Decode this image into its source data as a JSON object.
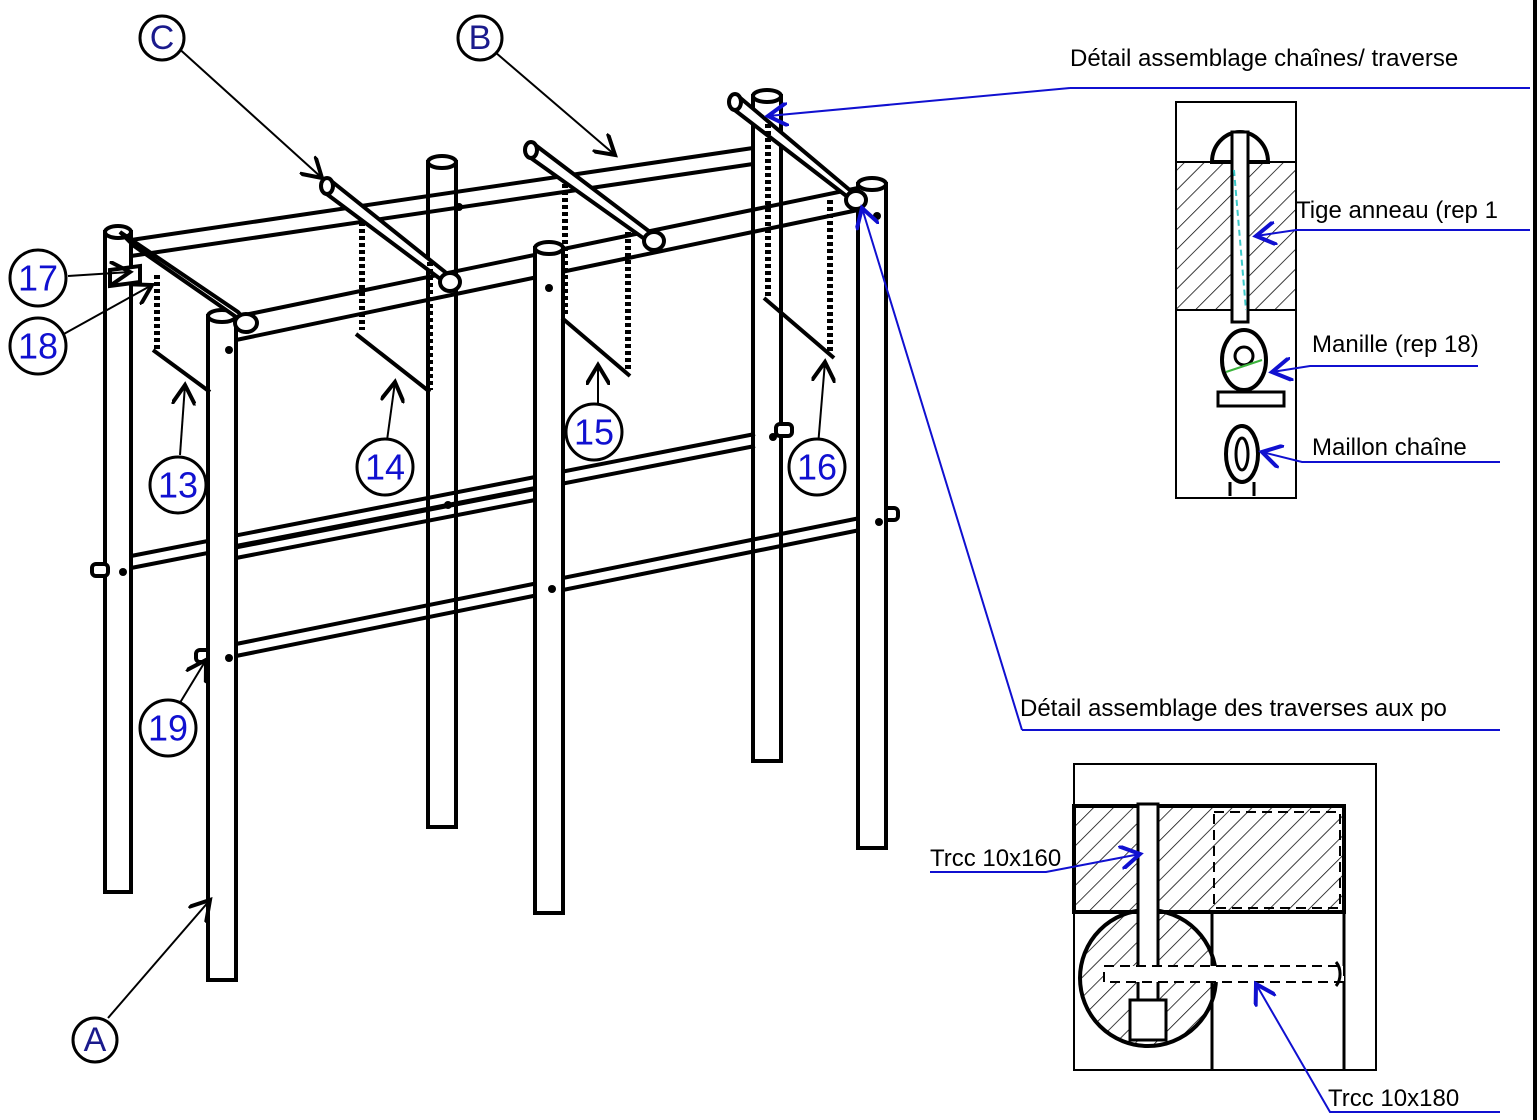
{
  "letters": {
    "a": "A",
    "b": "B",
    "c": "C"
  },
  "callouts": {
    "n13": "13",
    "n14": "14",
    "n15": "15",
    "n16": "16",
    "n17": "17",
    "n18": "18",
    "n19": "19"
  },
  "detail_chain": {
    "title": "Détail assemblage chaînes/ traverse",
    "tige": "Tige anneau (rep 1",
    "manille": "Manille (rep 18)",
    "maillon": "Maillon chaîne"
  },
  "detail_traverse": {
    "title": "Détail assemblage des traverses aux po",
    "trcc160": "Trcc 10x160",
    "trcc180": "Trcc 10x180"
  },
  "colors": {
    "callout_blue": "#1010d0",
    "line": "#000000",
    "hatch_cyan": "#3cc8c8",
    "hatch_green": "#3cb43c"
  }
}
